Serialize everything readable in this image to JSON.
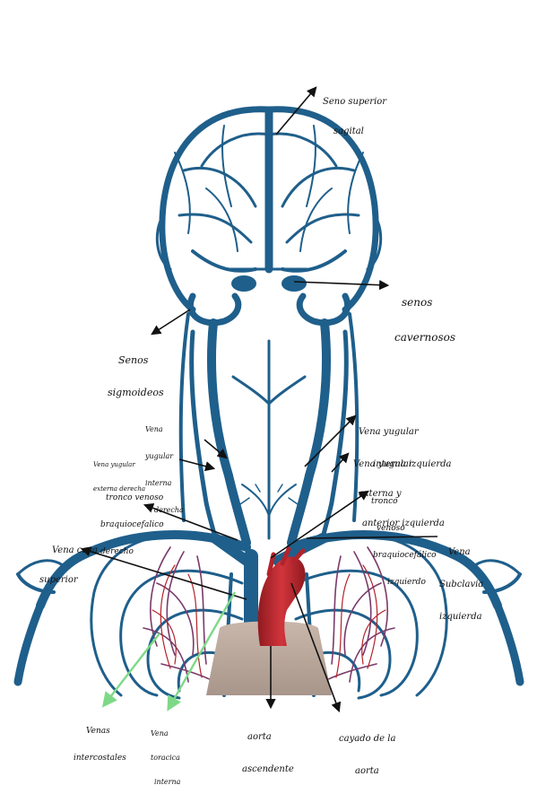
{
  "labels": {
    "seno_superior": [
      "Seno superior",
      "sagital"
    ],
    "senos_cavernosos": [
      "senos",
      "cavernosos"
    ],
    "senos_sigmoideos": [
      "Senos",
      "sigmoideos"
    ],
    "vena_yugular_interna_derecha": [
      "Vena",
      "yugular",
      "interna",
      "derecha"
    ],
    "vena_yugular_externa_derecha": [
      "Vena yugular",
      "externa derecha"
    ],
    "tronco_braquiocefalico_derecho": [
      "tronco venoso",
      "braquiocefalico",
      "derecho"
    ],
    "vena_cava_superior": [
      "Vena cava",
      "superior"
    ],
    "vena_yugular_interna_izquierda": [
      "Vena yugular",
      "interna izquierda"
    ],
    "vena_yugular_externa_anterior_izquierda": [
      "Vena yugular",
      "externa y",
      "anterior izquierda"
    ],
    "tronco_braquiocefalico_izquierdo": [
      "tronco",
      "venoso",
      "braquiocefálico",
      "izquierdo"
    ],
    "vena_subclavia_izquierda": [
      "Vena",
      "Subclavia",
      "izquierda"
    ],
    "venas_intercostales": [
      "Venas",
      "intercostales"
    ],
    "vena_toracica_interna": [
      "Vena",
      "toracica",
      "interna"
    ],
    "aorta_ascendente": [
      "aorta",
      "ascendente"
    ],
    "cayado_de_la_aorta": [
      "cayado de la",
      "aorta"
    ]
  },
  "colors": {
    "vein": "#1f5f8b",
    "vein_light": "#3b7fae",
    "artery": "#b3232b",
    "lung_vessel": "#7a3a6a",
    "annotation": "#111111",
    "highlight_arrow": "#7ed987",
    "tissue": "#b7a59a"
  }
}
